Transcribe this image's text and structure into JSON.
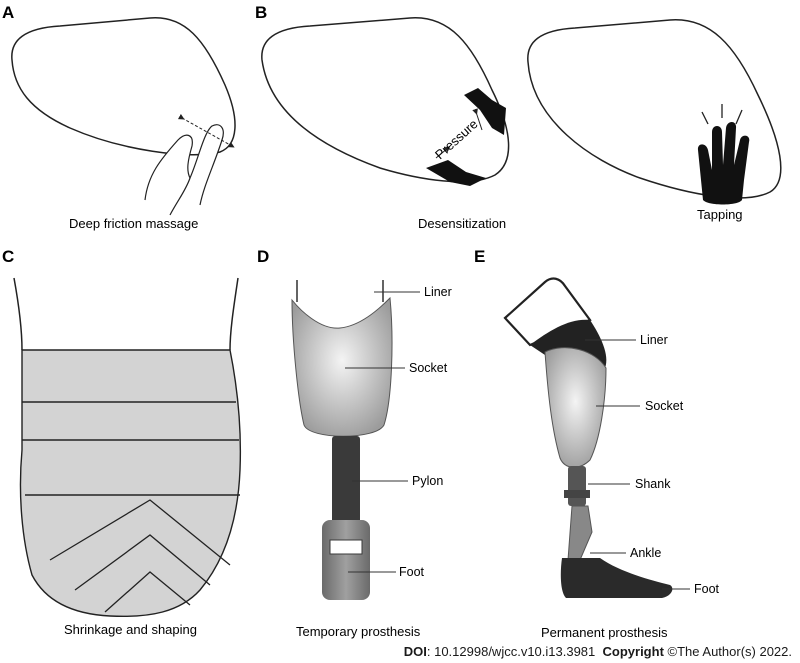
{
  "panels": {
    "A": {
      "letter": "A",
      "caption": "Deep friction massage"
    },
    "B": {
      "letter": "B",
      "caption": "Desensitization",
      "pressure_label": "Pressure",
      "tapping_caption": "Tapping"
    },
    "C": {
      "letter": "C",
      "caption": "Shrinkage and shaping"
    },
    "D": {
      "letter": "D",
      "caption": "Temporary prosthesis",
      "labels": {
        "liner": "Liner",
        "socket": "Socket",
        "pylon": "Pylon",
        "foot": "Foot"
      }
    },
    "E": {
      "letter": "E",
      "caption": "Permanent prosthesis",
      "labels": {
        "liner": "Liner",
        "socket": "Socket",
        "shank": "Shank",
        "ankle": "Ankle",
        "foot": "Foot"
      }
    }
  },
  "footer": {
    "doi_label": "DOI",
    "doi_value": ": 10.12998/wjcc.v10.i13.3981",
    "copyright_label": "Copyright",
    "copyright_value": " ©The Author(s) 2022."
  },
  "icons": [
    "hand-massage-icon",
    "hand-pressure-icon",
    "hand-tapping-icon",
    "bandage-icon",
    "prosthesis-icon"
  ],
  "colors": {
    "bandage": "#d3d3d3",
    "socket": "#cfcfcf",
    "pylon": "#3a3a3a",
    "foot_temp": "#8a8a8a",
    "foot_perm": "#2a2a2a"
  }
}
